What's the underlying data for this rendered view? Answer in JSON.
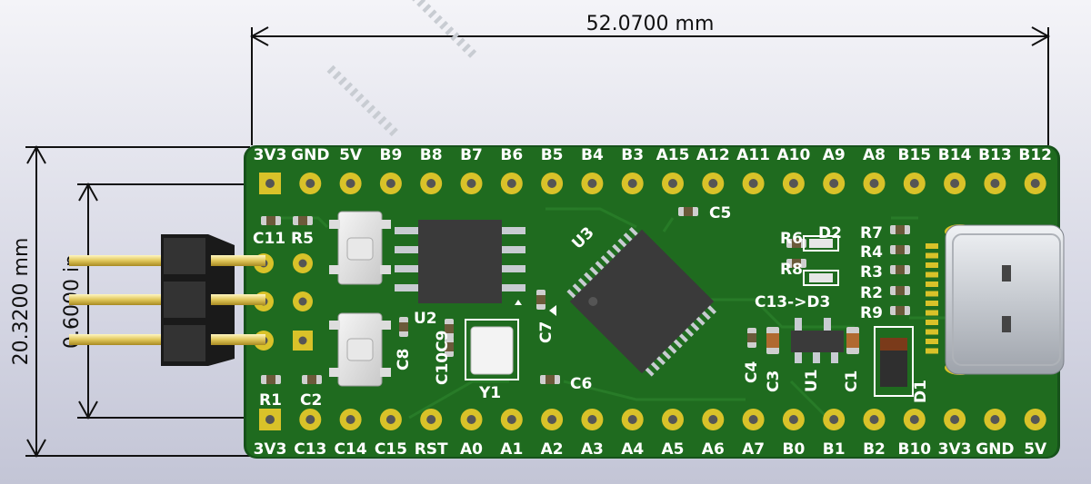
{
  "dimensions": {
    "width_label": "52.0700 mm",
    "height_label": "20.3200 mm",
    "pitch_label": "0.6000 in"
  },
  "top_header_pins": [
    "3V3",
    "GND",
    "5V",
    "B9",
    "B8",
    "B7",
    "B6",
    "B5",
    "B4",
    "B3",
    "A15",
    "A12",
    "A11",
    "A10",
    "A9",
    "A8",
    "B15",
    "B14",
    "B13",
    "B12"
  ],
  "bottom_header_pins": [
    "3V3",
    "C13",
    "C14",
    "C15",
    "RST",
    "A0",
    "A1",
    "A2",
    "A3",
    "A4",
    "A5",
    "A6",
    "A7",
    "B0",
    "B1",
    "B2",
    "B10",
    "3V3",
    "GND",
    "5V"
  ],
  "component_labels": {
    "c11": "C11",
    "r5": "R5",
    "r1": "R1",
    "c2": "C2",
    "u2": "U2",
    "c8": "C8",
    "c10c9": "C10C9",
    "y1": "Y1",
    "c6": "C6",
    "c7": "C7",
    "u3": "U3",
    "c5": "C5",
    "r6": "R6",
    "d2": "D2",
    "r8": "R8",
    "c13d3": "C13->D3",
    "r7": "R7",
    "r4": "R4",
    "r3": "R3",
    "r2": "R2",
    "r9": "R9",
    "c4": "C4",
    "c3": "C3",
    "u1": "U1",
    "c1": "C1",
    "d1": "D1"
  },
  "colors": {
    "board": "#1f6b1f",
    "board_edge": "#16521a",
    "pad_gold": "#d9c229",
    "ic_body": "#3a3a3a",
    "silkscreen": "#ffffff",
    "usb_metal": "#c8ccd2"
  },
  "icons": {
    "jumper_header": "three-pin-header-icon",
    "usb_connector": "usb-c-connector-icon",
    "tact_switch": "tactile-switch-icon"
  }
}
